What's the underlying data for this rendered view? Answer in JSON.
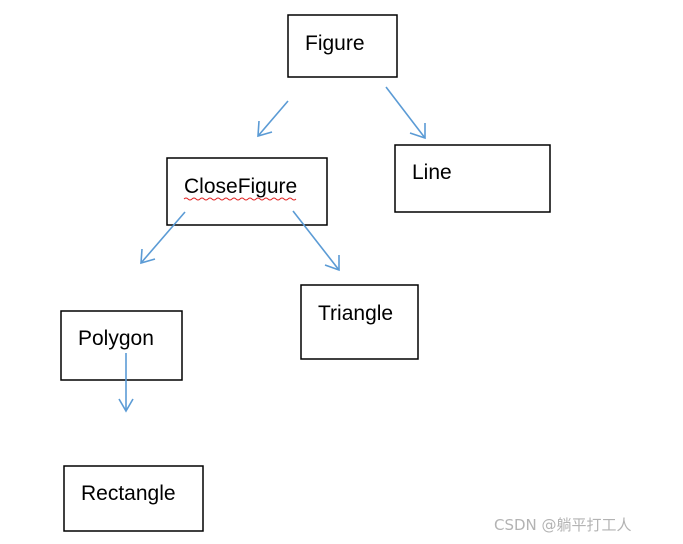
{
  "diagram": {
    "nodes": {
      "figure": "Figure",
      "closefigure": "CloseFigure",
      "line": "Line",
      "polygon": "Polygon",
      "triangle": "Triangle",
      "rectangle": "Rectangle"
    },
    "edges": [
      {
        "from": "figure",
        "to": "closefigure"
      },
      {
        "from": "figure",
        "to": "line"
      },
      {
        "from": "closefigure",
        "to": "polygon"
      },
      {
        "from": "closefigure",
        "to": "triangle"
      },
      {
        "from": "polygon",
        "to": "rectangle"
      }
    ]
  },
  "colors": {
    "arrow": "#5b9bd5",
    "box_border": "#000000",
    "spellcheck_underline": "#e02020",
    "watermark": "#b3b3b3"
  },
  "watermark": "CSDN @躺平打工人"
}
